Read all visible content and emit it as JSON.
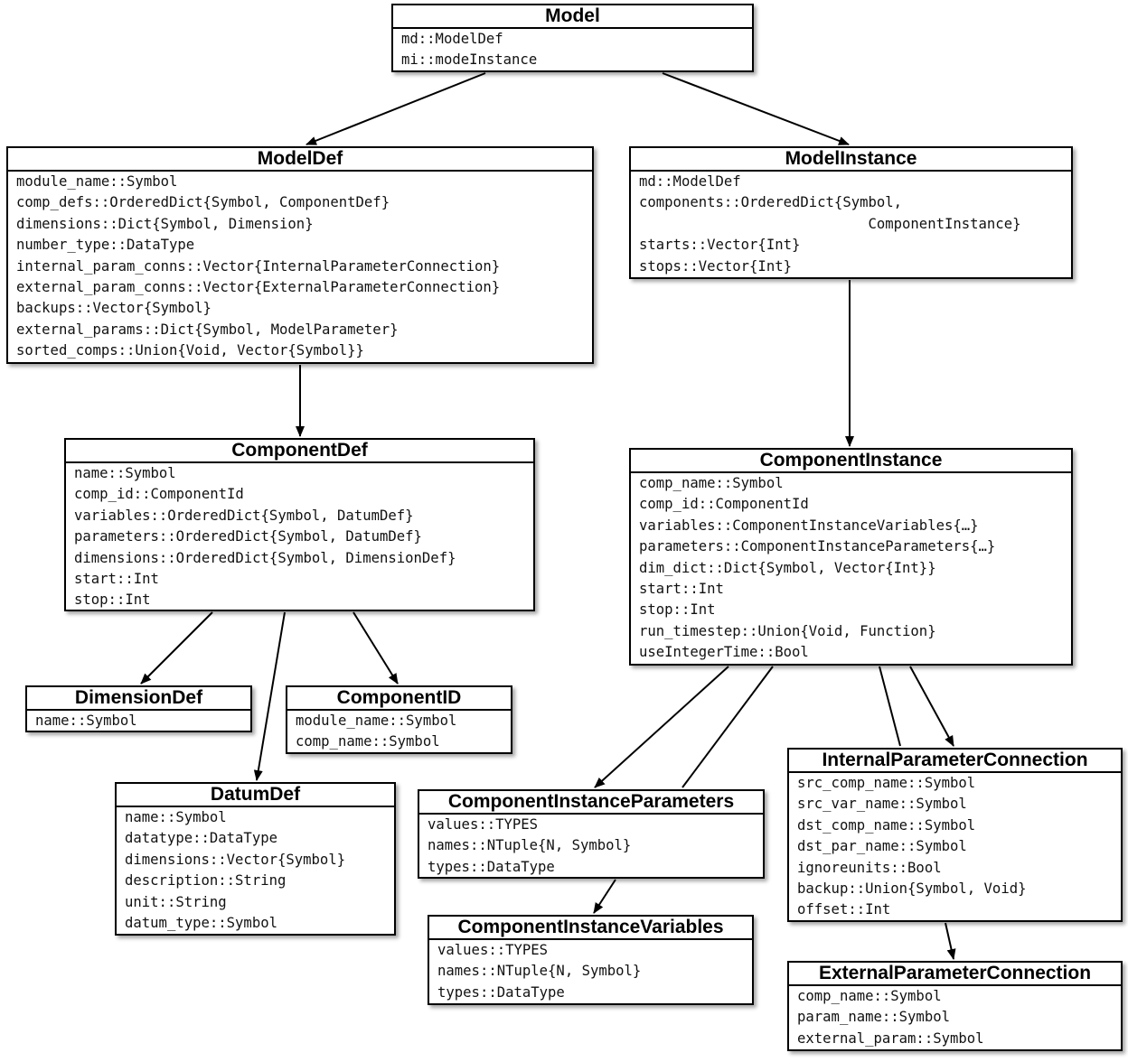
{
  "boxes": {
    "model": {
      "title": "Model",
      "fields": [
        "md::ModelDef",
        "mi::modeInstance"
      ]
    },
    "modeldef": {
      "title": "ModelDef",
      "fields": [
        "module_name::Symbol",
        "comp_defs::OrderedDict{Symbol, ComponentDef}",
        "dimensions::Dict{Symbol, Dimension}",
        "number_type::DataType",
        "internal_param_conns::Vector{InternalParameterConnection}",
        "external_param_conns::Vector{ExternalParameterConnection}",
        "backups::Vector{Symbol}",
        "external_params::Dict{Symbol, ModelParameter}",
        "sorted_comps::Union{Void, Vector{Symbol}}"
      ]
    },
    "modelinstance": {
      "title": "ModelInstance",
      "fields": [
        "md::ModelDef",
        "components::OrderedDict{Symbol,",
        "                           ComponentInstance}",
        "starts::Vector{Int}",
        "stops::Vector{Int}"
      ]
    },
    "componentdef": {
      "title": "ComponentDef",
      "fields": [
        "name::Symbol",
        "comp_id::ComponentId",
        "variables::OrderedDict{Symbol, DatumDef}",
        "parameters::OrderedDict{Symbol, DatumDef}",
        "dimensions::OrderedDict{Symbol, DimensionDef}",
        "start::Int",
        "stop::Int"
      ]
    },
    "componentinstance": {
      "title": "ComponentInstance",
      "fields": [
        "comp_name::Symbol",
        "comp_id::ComponentId",
        "variables::ComponentInstanceVariables{…}",
        "parameters::ComponentInstanceParameters{…}",
        "dim_dict::Dict{Symbol, Vector{Int}}",
        "start::Int",
        "stop::Int",
        "run_timestep::Union{Void, Function}",
        "useIntegerTime::Bool"
      ]
    },
    "dimensiondef": {
      "title": "DimensionDef",
      "fields": [
        "name::Symbol"
      ]
    },
    "componentid": {
      "title": "ComponentID",
      "fields": [
        "module_name::Symbol",
        "comp_name::Symbol"
      ]
    },
    "datumdef": {
      "title": "DatumDef",
      "fields": [
        "name::Symbol",
        "datatype::DataType",
        "dimensions::Vector{Symbol}",
        "description::String",
        "unit::String",
        "datum_type::Symbol"
      ]
    },
    "compinstparams": {
      "title": "ComponentInstanceParameters",
      "fields": [
        "values::TYPES",
        "names::NTuple{N, Symbol}",
        "types::DataType"
      ]
    },
    "compinstvars": {
      "title": "ComponentInstanceVariables",
      "fields": [
        "values::TYPES",
        "names::NTuple{N, Symbol}",
        "types::DataType"
      ]
    },
    "internalparamconn": {
      "title": "InternalParameterConnection",
      "fields": [
        "src_comp_name::Symbol",
        "src_var_name::Symbol",
        "dst_comp_name::Symbol",
        "dst_par_name::Symbol",
        "ignoreunits::Bool",
        "backup::Union{Symbol, Void}",
        "offset::Int"
      ]
    },
    "externalparamconn": {
      "title": "ExternalParameterConnection",
      "fields": [
        "comp_name::Symbol",
        "param_name::Symbol",
        "external_param::Symbol"
      ]
    }
  },
  "edges": [
    {
      "from": "model",
      "to": "modeldef",
      "arrow": true
    },
    {
      "from": "model",
      "to": "modelinstance",
      "arrow": true
    },
    {
      "from": "modeldef",
      "to": "componentdef",
      "arrow": true
    },
    {
      "from": "modelinstance",
      "to": "componentinstance",
      "arrow": true
    },
    {
      "from": "componentdef",
      "to": "dimensiondef",
      "arrow": true
    },
    {
      "from": "componentdef",
      "to": "datumdef",
      "arrow": true
    },
    {
      "from": "componentdef",
      "to": "componentid",
      "arrow": true
    },
    {
      "from": "componentinstance",
      "to": "compinstparams",
      "arrow": true
    },
    {
      "from": "componentinstance",
      "to": "compinstparams",
      "arrow": false
    },
    {
      "from": "componentinstance",
      "to": "internalparamconn",
      "arrow": false
    },
    {
      "from": "componentinstance",
      "to": "internalparamconn",
      "arrow": true
    },
    {
      "from": "compinstparams",
      "to": "compinstvars",
      "arrow": true
    },
    {
      "from": "internalparamconn",
      "to": "externalparamconn",
      "arrow": true
    }
  ],
  "colors": {
    "stroke": "#000000",
    "fill": "#ffffff"
  }
}
